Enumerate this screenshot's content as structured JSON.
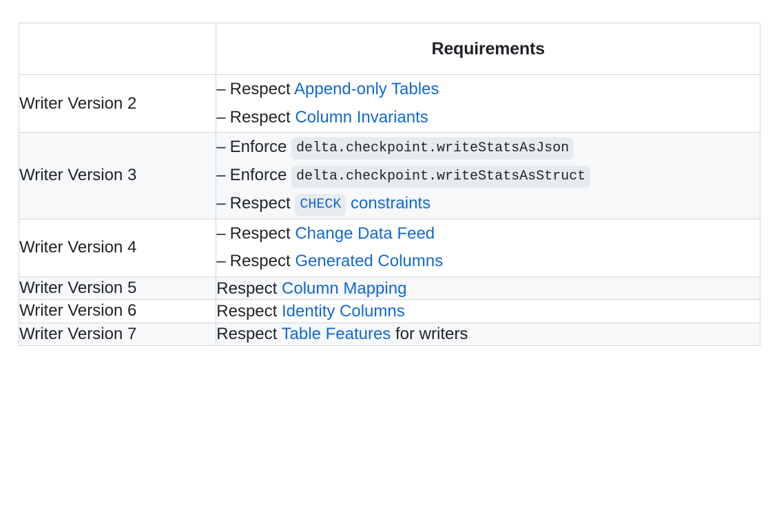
{
  "table": {
    "headers": {
      "version_column": "",
      "requirements_column": "Requirements"
    },
    "rows": [
      {
        "version": "Writer Version 2",
        "striped": false,
        "bulleted": true,
        "lines": [
          {
            "prefix": "–",
            "lead": "Respect ",
            "link": "Append-only Tables",
            "trail": ""
          },
          {
            "prefix": "–",
            "lead": "Respect ",
            "link": "Column Invariants",
            "trail": ""
          }
        ]
      },
      {
        "version": "Writer Version 3",
        "striped": true,
        "bulleted": true,
        "lines": [
          {
            "prefix": "–",
            "lead": "Enforce ",
            "code": "delta.checkpoint.writeStatsAsJson",
            "code_is_link": false,
            "link": "",
            "trail": ""
          },
          {
            "prefix": "–",
            "lead": "Enforce ",
            "code": "delta.checkpoint.writeStatsAsStruct",
            "code_is_link": false,
            "link": "",
            "trail": ""
          },
          {
            "prefix": "–",
            "lead": "Respect ",
            "code": "CHECK",
            "code_is_link": true,
            "link": " constraints",
            "trail": ""
          }
        ]
      },
      {
        "version": "Writer Version 4",
        "striped": false,
        "bulleted": true,
        "lines": [
          {
            "prefix": "–",
            "lead": "Respect ",
            "link": "Change Data Feed",
            "trail": ""
          },
          {
            "prefix": "–",
            "lead": "Respect ",
            "link": "Generated Columns",
            "trail": ""
          }
        ]
      },
      {
        "version": "Writer Version 5",
        "striped": true,
        "bulleted": false,
        "lines": [
          {
            "prefix": "",
            "lead": "Respect ",
            "link": "Column Mapping",
            "trail": ""
          }
        ]
      },
      {
        "version": "Writer Version 6",
        "striped": false,
        "bulleted": false,
        "lines": [
          {
            "prefix": "",
            "lead": "Respect ",
            "link": "Identity Columns",
            "trail": ""
          }
        ]
      },
      {
        "version": "Writer Version 7",
        "striped": true,
        "bulleted": false,
        "lines": [
          {
            "prefix": "",
            "lead": "Respect ",
            "link": "Table Features",
            "trail": " for writers"
          }
        ]
      }
    ]
  },
  "colors": {
    "link": "#1268d3",
    "text": "#1f2328",
    "border": "#d0d7de",
    "stripe": "#f6f8fa",
    "code_background": "#e7ebee",
    "page_background": "#ffffff"
  }
}
